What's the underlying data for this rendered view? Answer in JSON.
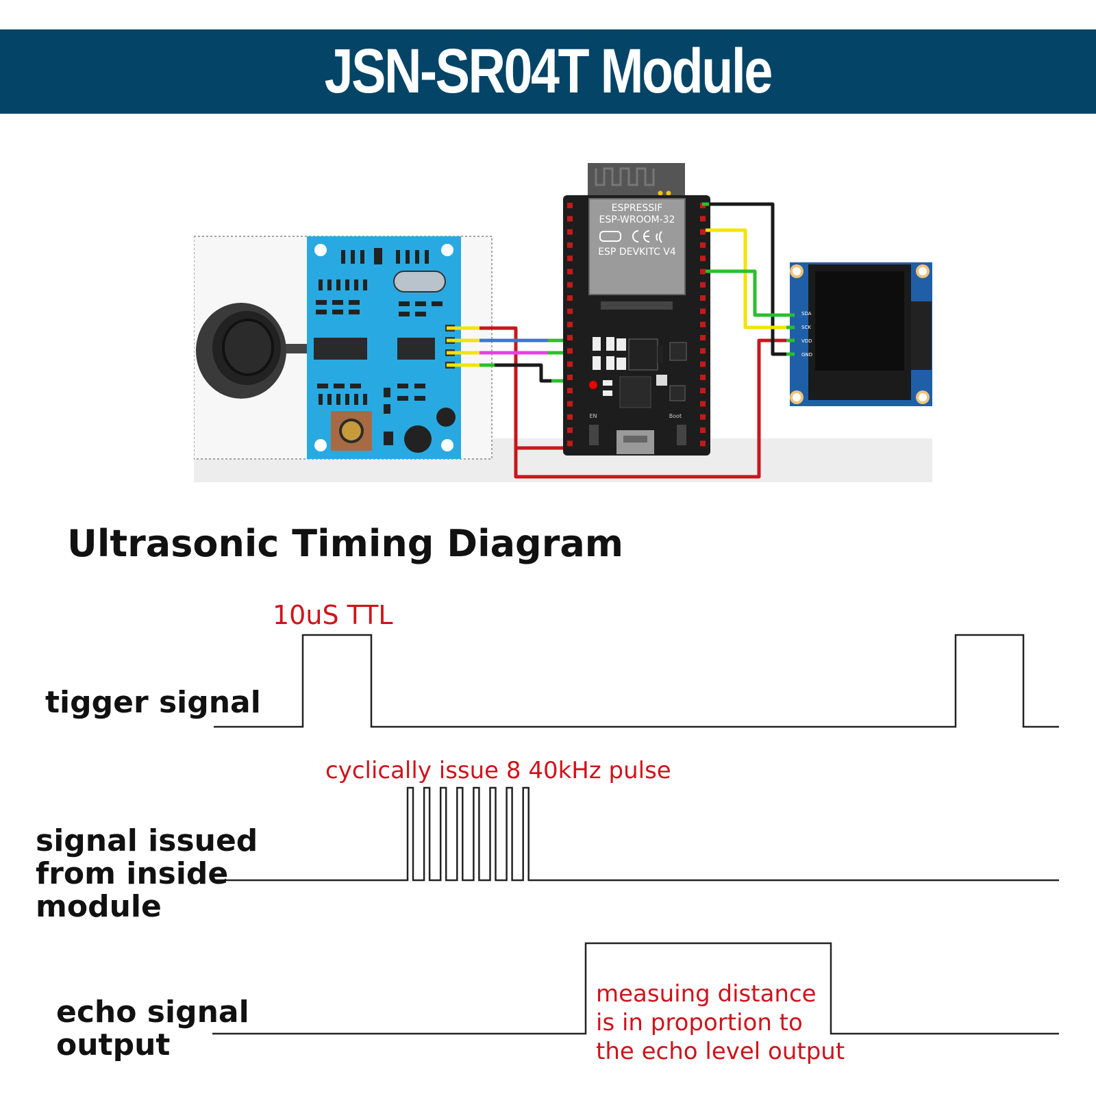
{
  "header": {
    "title": "JSN-SR04T Module"
  },
  "board": {
    "maker": "ESPRESSIF",
    "model": "ESP-WROOM-32",
    "devkit": "ESP DEVKITC V4",
    "en_label": "EN",
    "boot_label": "Boot"
  },
  "oled": {
    "pins": [
      "SDA",
      "SCK",
      "VDD",
      "GND"
    ]
  },
  "wire_colors": {
    "gnd": "#1a1a1a",
    "vcc": "#c8161d",
    "yellow": "#f2e400",
    "green": "#2bbf2b",
    "blue": "#3f74d6",
    "magenta": "#e640e6",
    "pcb_blue": "#29a9e1",
    "banner": "#034467"
  },
  "timing": {
    "title": "Ultrasonic Timing Diagram",
    "signals": [
      {
        "name": "trigger",
        "label_lines": [
          "tigger signal"
        ]
      },
      {
        "name": "internal",
        "label_lines": [
          "signal issued",
          "from inside",
          "module"
        ]
      },
      {
        "name": "echo",
        "label_lines": [
          "echo signal",
          "output"
        ]
      }
    ],
    "annotations": {
      "trigger": "10uS TTL",
      "burst": "cyclically issue 8 40kHz pulse",
      "echo_lines": [
        "measuing distance",
        "is in proportion to",
        "the echo level output"
      ]
    },
    "burst_pulse_count": 8
  }
}
